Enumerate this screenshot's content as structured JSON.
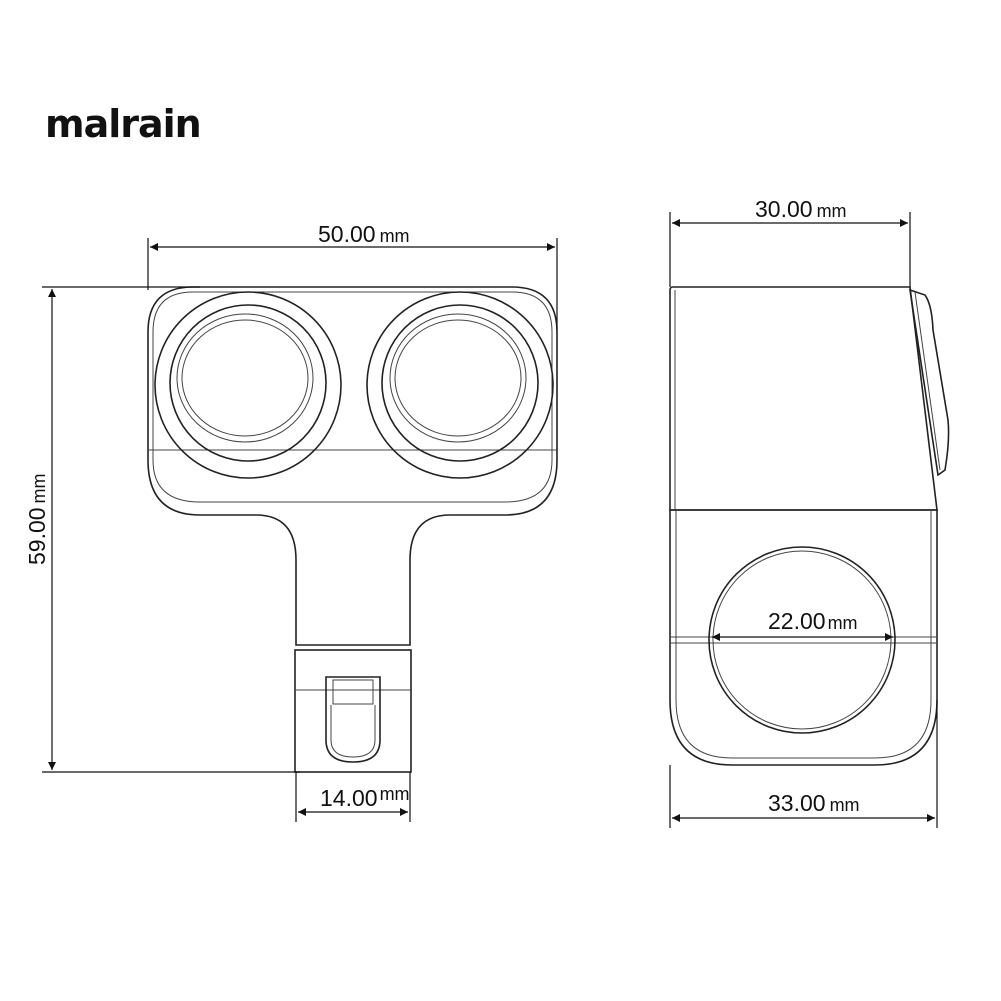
{
  "brand": "malrain",
  "dimensions": {
    "front_width": {
      "value": "50.00",
      "unit": "mm"
    },
    "front_height": {
      "value": "59.00",
      "unit": "mm"
    },
    "stem_width": {
      "value": "14.00",
      "unit": "mm"
    },
    "side_top_width": {
      "value": "30.00",
      "unit": "mm"
    },
    "side_bottom_width": {
      "value": "33.00",
      "unit": "mm"
    },
    "clamp_diameter": {
      "value": "22.00",
      "unit": "mm"
    }
  }
}
